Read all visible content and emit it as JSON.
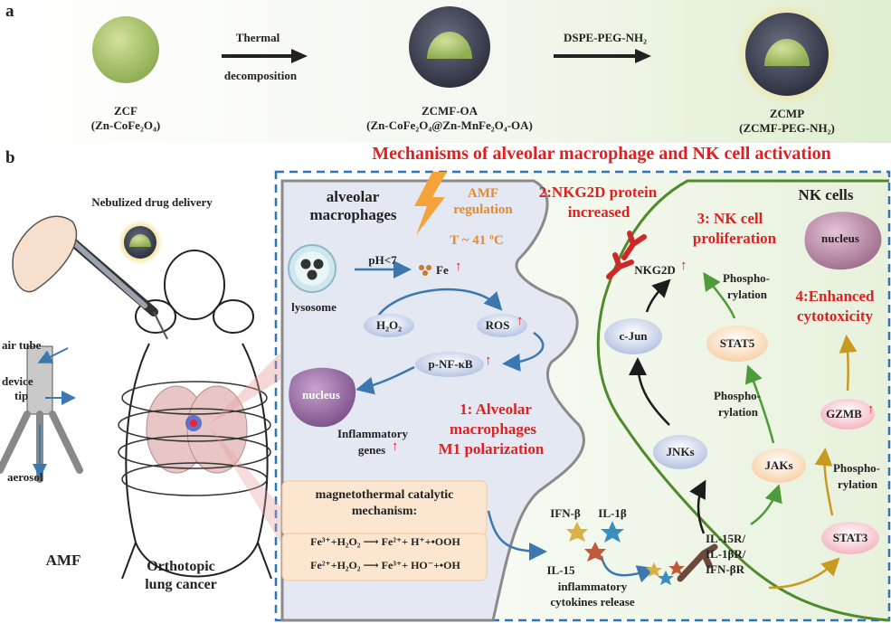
{
  "panel_a": {
    "label": "a",
    "step1_arrow_line1": "Thermal",
    "step1_arrow_line2": "decomposition",
    "step2_arrow": "DSPE-PEG-NH₂",
    "particles": [
      {
        "name": "ZCF",
        "formula": "(Zn-CoFe₂O₄)"
      },
      {
        "name": "ZCMF-OA",
        "formula": "(Zn-CoFe₂O₄@Zn-MnFe₂O₄-OA)"
      },
      {
        "name": "ZCMP",
        "formula": "(ZCMF-PEG-NH₂)"
      }
    ]
  },
  "panel_b": {
    "label": "b",
    "title": "Mechanisms of alveolar macrophage and NK cell activation",
    "left": {
      "nebulized": "Nebulized drug delivery",
      "air_tube": "air tube",
      "device_tip_1": "device",
      "device_tip_2": "tip",
      "aerosol": "aerosol",
      "amf": "AMF",
      "tumor_1": "Orthotopic",
      "tumor_2": "lung cancer"
    },
    "macrophage": {
      "title_1": "alveolar",
      "title_2": "macrophages",
      "amf_1": "AMF",
      "amf_2": "regulation",
      "temperature": "T ~ 41 ºC",
      "lysosome": "lysosome",
      "ph": "pH<7",
      "fe": "Fe",
      "h2o2": "H₂O₂",
      "ros": "ROS",
      "nfkb": "p-NF-κB",
      "nucleus": "nucleus",
      "genes_1": "Inflammatory",
      "genes_2": "genes",
      "polar_1": "1: Alveolar",
      "polar_2": "macrophages",
      "polar_3": "M1 polarization",
      "mech_1": "magnetothermal catalytic",
      "mech_2": "mechanism:",
      "eq1": "Fe³⁺+H₂O₂ ⟶ Fe²⁺+ H⁺+•OOH",
      "eq2": "Fe²⁺+H₂O₂ ⟶ Fe³⁺+ HO⁻+•OH"
    },
    "cytokines": {
      "ifn": "IFN-β",
      "il1": "IL-1β",
      "il15": "IL-15",
      "release_1": "inflammatory",
      "release_2": "cytokines release",
      "receptor_1": "IL-15R/",
      "receptor_2": "IL-1βR/",
      "receptor_3": "IFN-βR"
    },
    "nk": {
      "title": "NK cells",
      "nkg2d_title_1": "2:NKG2D protein",
      "nkg2d_title_2": "increased",
      "prolif_1": "3: NK cell",
      "prolif_2": "proliferation",
      "cyto_1": "4:Enhanced",
      "cyto_2": "cytotoxicity",
      "nucleus": "nucleus",
      "nkg2d": "NKG2D",
      "cjun": "c-Jun",
      "stat5": "STAT5",
      "phospho_1": "Phospho-",
      "phospho_2": "rylation",
      "jnks": "JNKs",
      "jaks": "JAKs",
      "gzmb": "GZMB",
      "stat3": "STAT3"
    }
  },
  "colors": {
    "red": "#e02020",
    "orange": "#e8892a",
    "membrane_green": "#4f8a2c",
    "pathway_blue": "#3b78b0",
    "dashed_border": "#2f74b5"
  }
}
